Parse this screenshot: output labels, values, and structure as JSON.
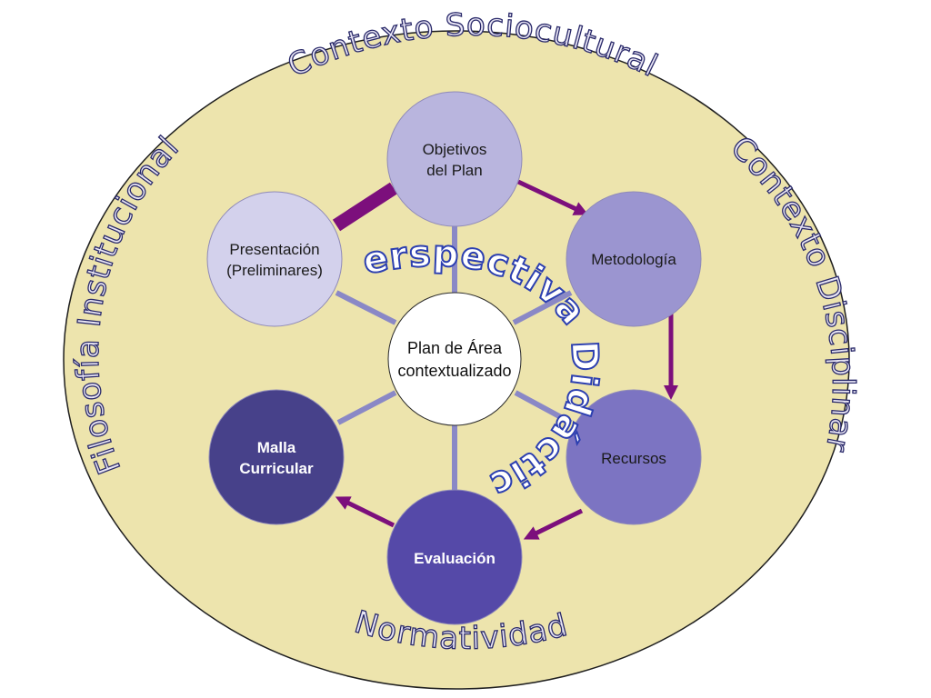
{
  "colors": {
    "outer_fill": "#ede4ad",
    "outer_stroke": "#1f1f1f",
    "spoke": "#8a88c6",
    "arrow": "#7c0f7c",
    "node_border": "#8f8ab8",
    "center_fill": "#ffffff"
  },
  "ring_texts": {
    "top": "Contexto Sociocultural",
    "right": "Contexto Disciplinar",
    "bottom": "Normatividad",
    "left": "Filosofía Institucional"
  },
  "perspective": "Perspectiva Didáctica",
  "center": {
    "line1": "Plan de Área",
    "line2": "contextualizado"
  },
  "nodes": [
    {
      "id": "objetivos",
      "line1": "Objetivos",
      "line2": "del Plan",
      "fill": "#b9b5de"
    },
    {
      "id": "metodologia",
      "line1": "Metodología",
      "line2": "",
      "fill": "#9b95d0"
    },
    {
      "id": "recursos",
      "line1": "Recursos",
      "line2": "",
      "fill": "#7c74c2"
    },
    {
      "id": "evaluacion",
      "line1": "Evaluación",
      "line2": "",
      "fill": "#5549a8"
    },
    {
      "id": "malla",
      "line1": "Malla",
      "line2": "Curricular",
      "fill": "#47418a"
    },
    {
      "id": "presentacion",
      "line1": "Presentación",
      "line2": "(Preliminares)",
      "fill": "#d3d1ec"
    }
  ]
}
